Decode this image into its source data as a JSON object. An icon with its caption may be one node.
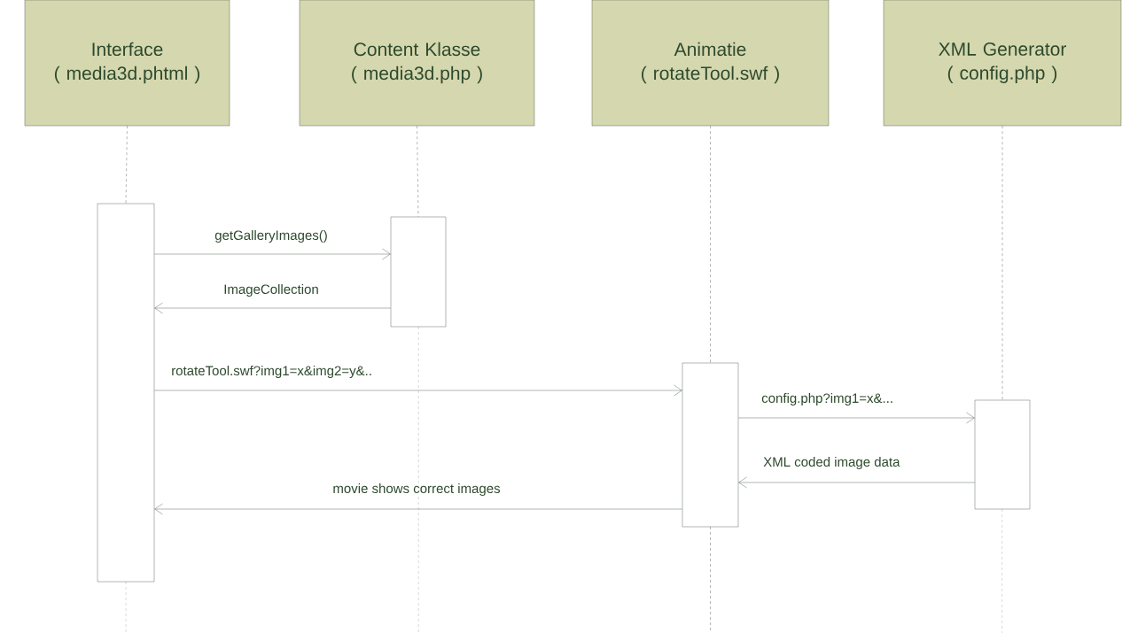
{
  "diagram": {
    "nodes": [
      {
        "text": [
          "Interface",
          "( media3d.phtml )"
        ]
      },
      {
        "text": [
          "Content Klasse",
          "( media3d.php )"
        ]
      },
      {
        "text": [
          "Animatie",
          "( rotateTool.swf )"
        ]
      },
      {
        "text": [
          "XML Generator",
          "( config.php )"
        ]
      },
      {
        "text": [],
        "shape": "bar"
      },
      {
        "text": [],
        "shape": "bar"
      },
      {
        "text": [],
        "shape": "bar"
      },
      {
        "text": [],
        "shape": "bar"
      }
    ],
    "edges": [
      {
        "from": 0,
        "to": 4,
        "arrow": "none",
        "style": "dashed"
      },
      {
        "from": 1,
        "to": 5,
        "arrow": "none",
        "style": "dashed"
      },
      {
        "from": 2,
        "to": 6,
        "arrow": "none",
        "style": "dashed"
      },
      {
        "from": 3,
        "to": 7,
        "arrow": "none",
        "style": "dashed"
      },
      {
        "from": 4,
        "to": 5,
        "arrow": "to",
        "label": "getGalleryImages()"
      },
      {
        "from": 5,
        "to": 4,
        "arrow": "to",
        "label": "ImageCollection"
      },
      {
        "from": 4,
        "to": 6,
        "arrow": "to",
        "label": "rotateTool.swf?img1=x&img2=y&.."
      },
      {
        "from": 6,
        "to": 7,
        "arrow": "to",
        "label": "config.php?img1=x&..."
      },
      {
        "from": 7,
        "to": 6,
        "arrow": "to",
        "label": "XML coded image data"
      },
      {
        "from": 6,
        "to": 4,
        "arrow": "to",
        "label": "movie shows correct images"
      }
    ]
  }
}
